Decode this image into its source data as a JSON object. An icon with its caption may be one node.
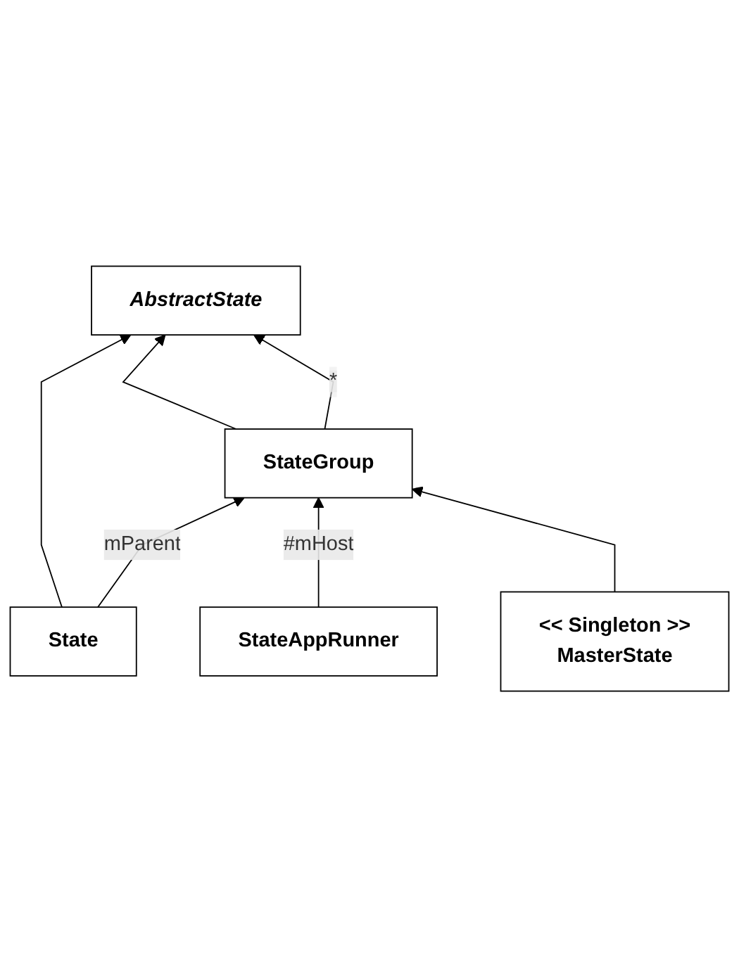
{
  "diagram": {
    "nodes": [
      {
        "text": [
          "AbstractState"
        ]
      },
      {
        "text": [
          "State"
        ]
      },
      {
        "text": [
          "StateGroup"
        ]
      },
      {
        "text": [
          "StateAppRunner"
        ]
      },
      {
        "text": [
          "<< Singleton >>",
          "MasterState"
        ]
      }
    ],
    "edges": [
      {
        "from": 1,
        "to": 0,
        "arrow": "to"
      },
      {
        "from": 2,
        "to": 0,
        "arrow": "to"
      },
      {
        "from": 2,
        "to": 0,
        "arrow": "to",
        "label": "*"
      },
      {
        "from": 1,
        "to": 2,
        "arrow": "to",
        "label": "mParent"
      },
      {
        "from": 3,
        "to": 2,
        "arrow": "to",
        "label": "#mHost"
      },
      {
        "from": 4,
        "to": 2,
        "arrow": "to"
      }
    ]
  }
}
